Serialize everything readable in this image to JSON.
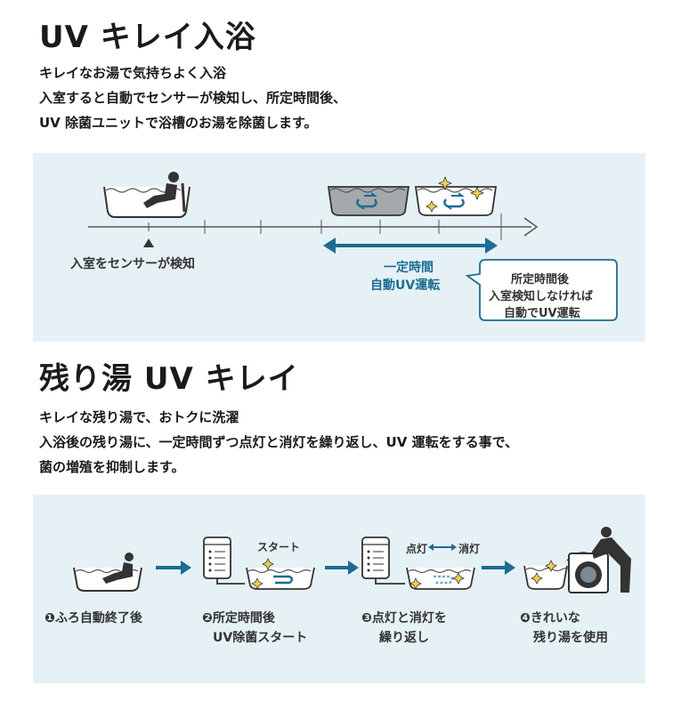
{
  "section1": {
    "title": "UV キレイ入浴",
    "lines": [
      "キレイなお湯で気持ちよく入浴",
      "入室すると自動でセンサーが検知し、所定時間後、",
      "UV 除菌ユニットで浴槽のお湯を除菌します。"
    ],
    "diagram": {
      "sensor_label": "入室をセンサーが検知",
      "interval_label_1": "一定時間",
      "interval_label_2": "自動UV運転",
      "callout_1": "所定時間後",
      "callout_2": "入室検知しなければ",
      "callout_3": "自動でUV運転"
    }
  },
  "section2": {
    "title": "残り湯 UV キレイ",
    "lines": [
      "キレイな残り湯で、おトクに洗濯",
      "入浴後の残り湯に、一定時間ずつ点灯と消灯を繰り返し、UV 運転をする事で、",
      "菌の増殖を抑制します。"
    ],
    "steps": [
      {
        "line1": "❶ふろ自動終了後",
        "line2": ""
      },
      {
        "line1": "❷所定時間後",
        "line2": "UV除菌スタート"
      },
      {
        "line1": "❸点灯と消灯を",
        "line2": "繰り返し"
      },
      {
        "line1": "❹きれいな",
        "line2": "残り湯を使用"
      }
    ],
    "start_tag": "スタート",
    "on_label": "点灯",
    "off_label": "消灯",
    "accent_color": "#1d6c93",
    "panel_color": "#e6f1f5"
  }
}
